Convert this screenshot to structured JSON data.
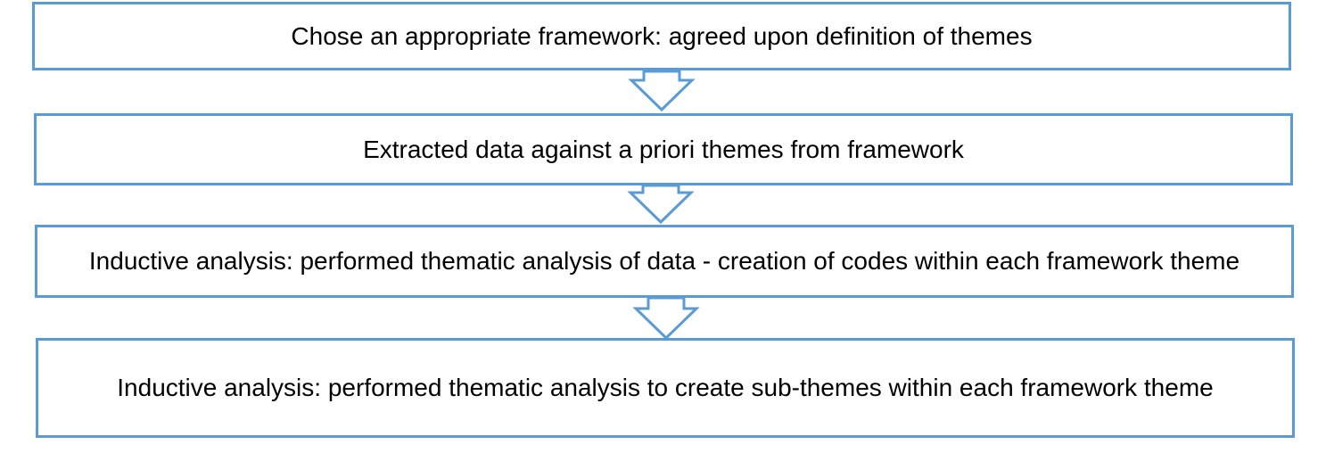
{
  "colors": {
    "box_border": "#5b9bd5",
    "arrow_stroke": "#5b9bd5",
    "text": "#000000",
    "background": "#ffffff"
  },
  "steps": [
    {
      "label": "Chose an appropriate framework: agreed upon definition of themes"
    },
    {
      "label": "Extracted data against a priori themes from framework"
    },
    {
      "label": "Inductive analysis: performed thematic analysis of data - creation of codes within each framework theme"
    },
    {
      "label": "Inductive analysis: performed thematic analysis to create sub-themes within each framework theme"
    }
  ],
  "connectors": [
    {
      "from_step": 1,
      "to_step": 2,
      "icon": "down-arrow-icon"
    },
    {
      "from_step": 2,
      "to_step": 3,
      "icon": "down-arrow-icon"
    },
    {
      "from_step": 3,
      "to_step": 4,
      "icon": "down-arrow-icon"
    }
  ]
}
